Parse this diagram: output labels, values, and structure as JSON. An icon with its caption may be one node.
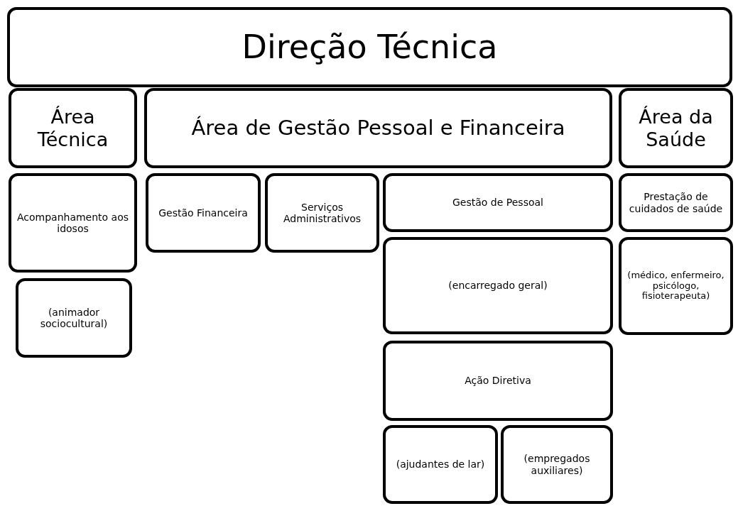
{
  "diagram": {
    "nodes": [
      {
        "text": [
          "Direção Técnica"
        ]
      },
      {
        "text": [
          "Área Técnica"
        ]
      },
      {
        "text": [
          "Área de Gestão Pessoal e Financeira"
        ]
      },
      {
        "text": [
          "Área da Saúde"
        ]
      },
      {
        "text": [
          "Acompanhamento aos idosos"
        ]
      },
      {
        "text": [
          "Gestão Financeira"
        ]
      },
      {
        "text": [
          "Serviços Administrativos"
        ]
      },
      {
        "text": [
          "Gestão de Pessoal"
        ]
      },
      {
        "text": [
          "Prestação de cuidados de saúde"
        ]
      },
      {
        "text": [
          "(animador sociocultural)"
        ]
      },
      {
        "text": [
          "(encarregado geral)"
        ]
      },
      {
        "text": [
          "(médico, enfermeiro, psicólogo, fisioterapeuta)"
        ]
      },
      {
        "text": [
          "Ação Diretiva"
        ]
      },
      {
        "text": [
          "(ajudantes de lar)"
        ]
      },
      {
        "text": [
          "(empregados auxiliares)"
        ]
      }
    ]
  }
}
